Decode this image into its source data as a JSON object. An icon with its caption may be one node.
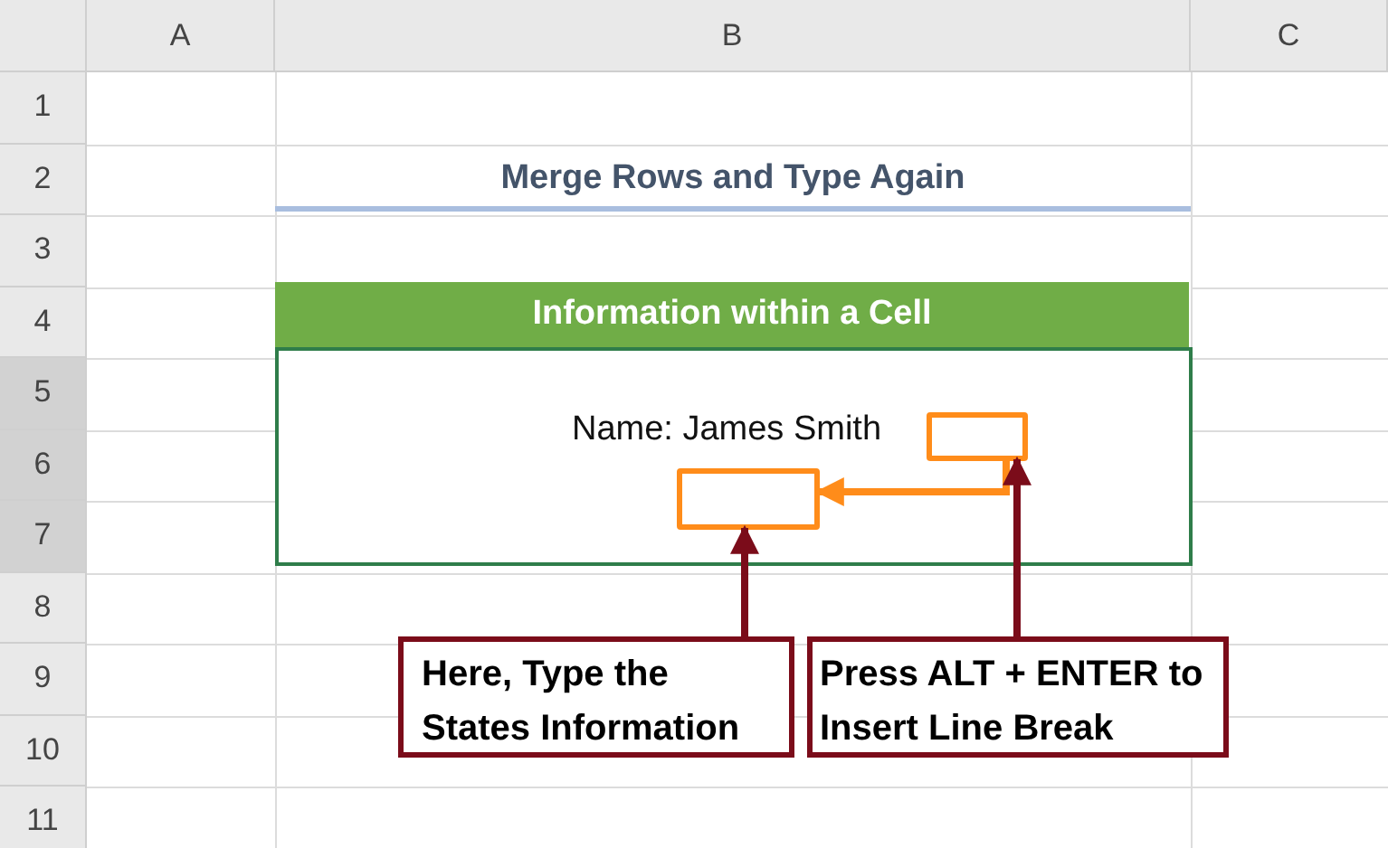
{
  "diagram": {
    "title": "Merge Rows and Type Again",
    "nodes": [
      {
        "text": [
          "Information within a Cell"
        ]
      },
      {
        "text": [
          "Name: James Smith"
        ]
      },
      {
        "text": [],
        "shape": "box",
        "in": 1
      },
      {
        "text": [],
        "shape": "box",
        "in": 1
      },
      {
        "text": [
          "Here, Type the States Information"
        ]
      },
      {
        "text": [
          "Press ALT + ENTER to Insert Line Break"
        ]
      }
    ],
    "edges": [
      {
        "from": 2,
        "to": 3,
        "arrow": "to",
        "color": "#ff8c1a"
      },
      {
        "from": 4,
        "to": 3,
        "arrow": "to"
      },
      {
        "from": 5,
        "to": 2,
        "arrow": "to"
      }
    ],
    "labels": [
      "A",
      "B",
      "C",
      "1",
      "2",
      "3",
      "4",
      "5",
      "6",
      "7",
      "8",
      "9",
      "10",
      "11"
    ]
  }
}
